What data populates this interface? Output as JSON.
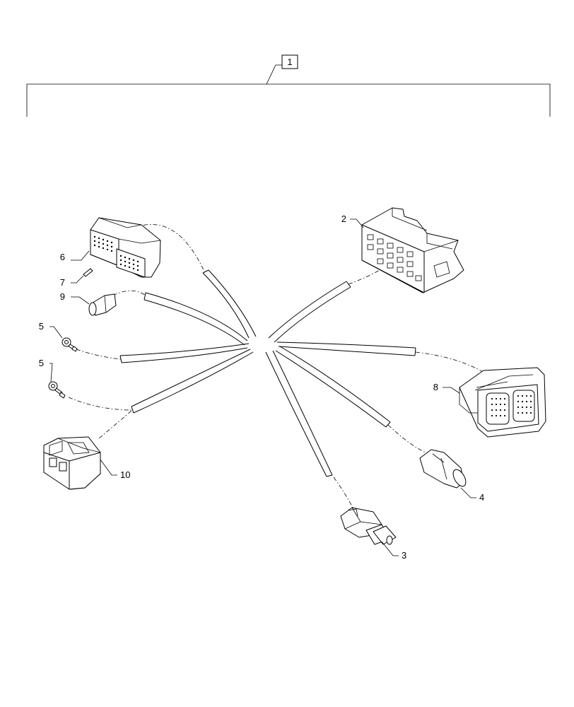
{
  "callouts": {
    "c1": "1",
    "c2": "2",
    "c3": "3",
    "c4": "4",
    "c5a": "5",
    "c5b": "5",
    "c6": "6",
    "c7": "7",
    "c8": "8",
    "c9": "9",
    "c10": "10"
  }
}
